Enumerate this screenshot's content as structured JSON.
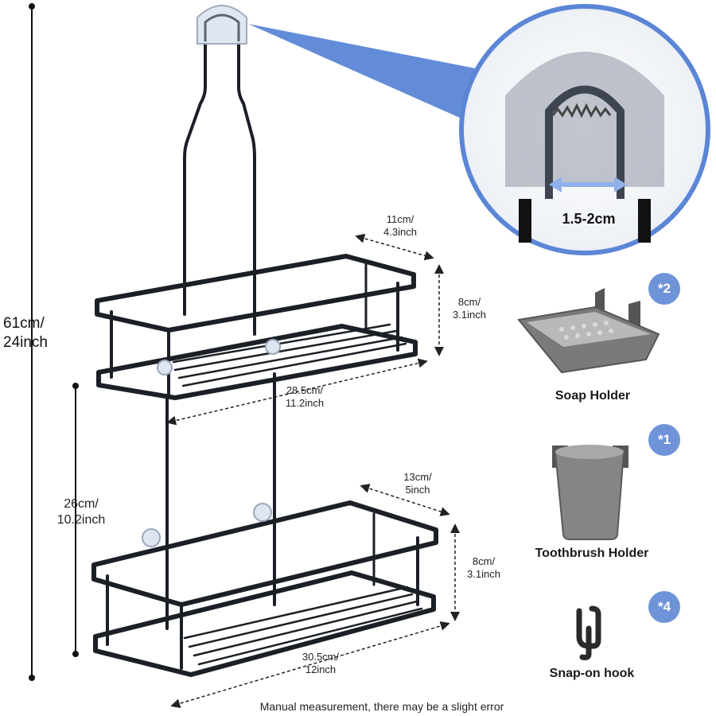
{
  "colors": {
    "accent": "#5b86d6",
    "rack": "#1b1f26",
    "plastic": "#6f6f6f",
    "badge": "#6f93d8"
  },
  "overall_height": {
    "cm": "61cm/",
    "inch": "24inch"
  },
  "gap_height": {
    "cm": "26cm/",
    "inch": "10.2inch"
  },
  "top_basket": {
    "depth_cm": "11cm/",
    "depth_inch": "4.3inch",
    "height_cm": "8cm/",
    "height_inch": "3.1inch",
    "width_cm": "28.5cm/",
    "width_inch": "11.2inch"
  },
  "bottom_basket": {
    "depth_cm": "13cm/",
    "depth_inch": "5inch",
    "height_cm": "8cm/",
    "height_inch": "3.1inch",
    "width_cm": "30.5cm/",
    "width_inch": "12inch"
  },
  "hook_zoom": {
    "gap_label": "1.5-2cm"
  },
  "accessories": [
    {
      "name": "Soap Holder",
      "qty": "*2",
      "icon": "soap-holder-icon"
    },
    {
      "name": "Toothbrush Holder",
      "qty": "*1",
      "icon": "toothbrush-holder-icon"
    },
    {
      "name": "Snap-on hook",
      "qty": "*4",
      "icon": "snap-hook-icon"
    }
  ],
  "footer": {
    "note": "Manual measurement, there may be a slight error"
  }
}
